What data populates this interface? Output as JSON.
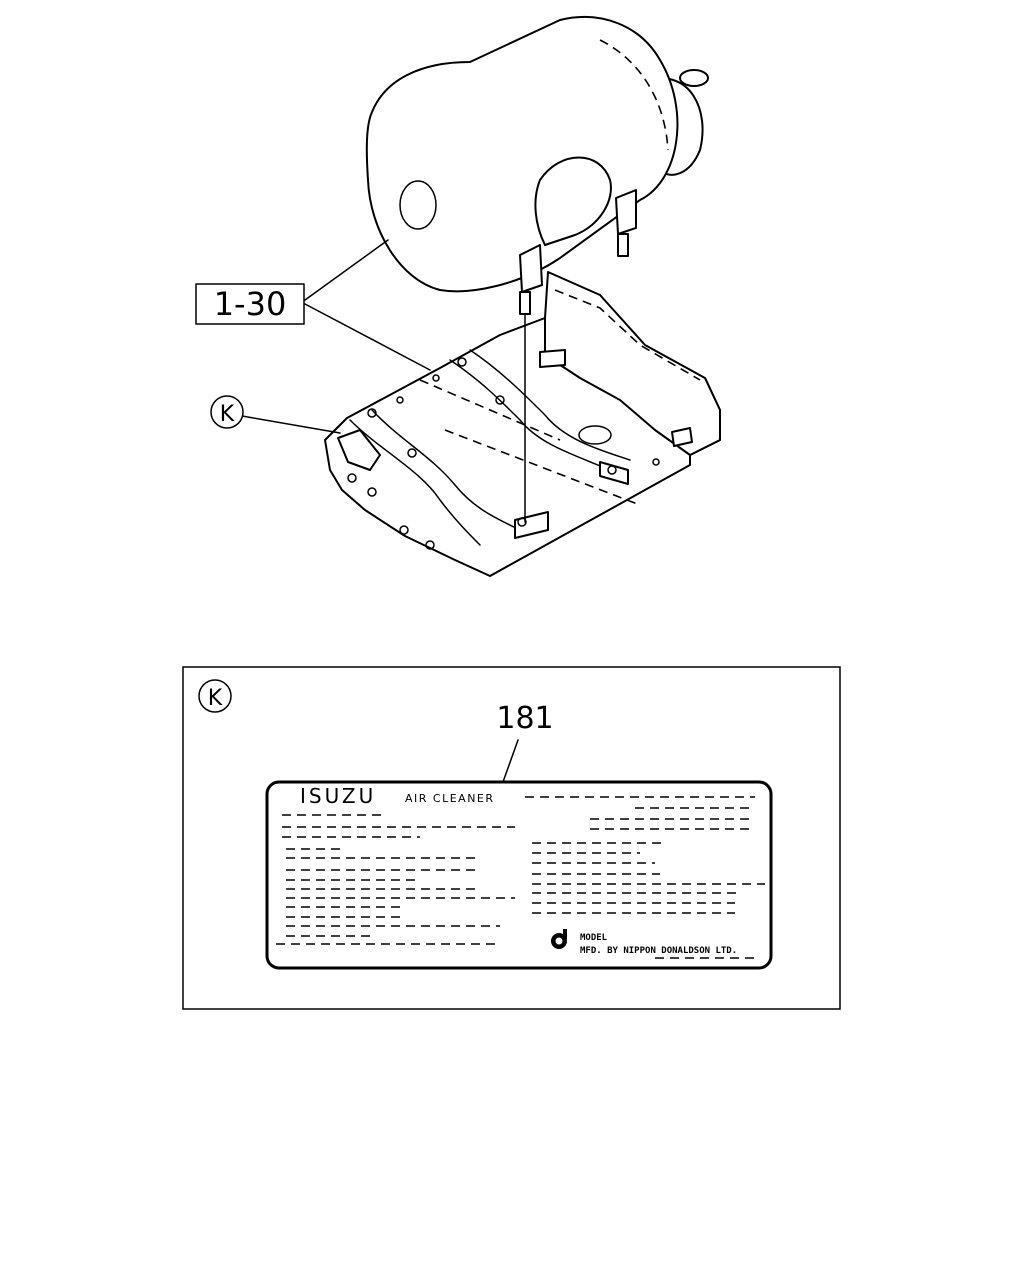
{
  "callouts": {
    "assembly_ref": "1-30",
    "detail_marker": "K",
    "detail_box_marker": "K",
    "label_part_number": "181"
  },
  "label_plate": {
    "brand": "ISUZU",
    "product": "AIR CLEANER",
    "model_text": "MODEL",
    "manufacturer_text": "MFD. BY NIPPON DONALDSON LTD."
  }
}
